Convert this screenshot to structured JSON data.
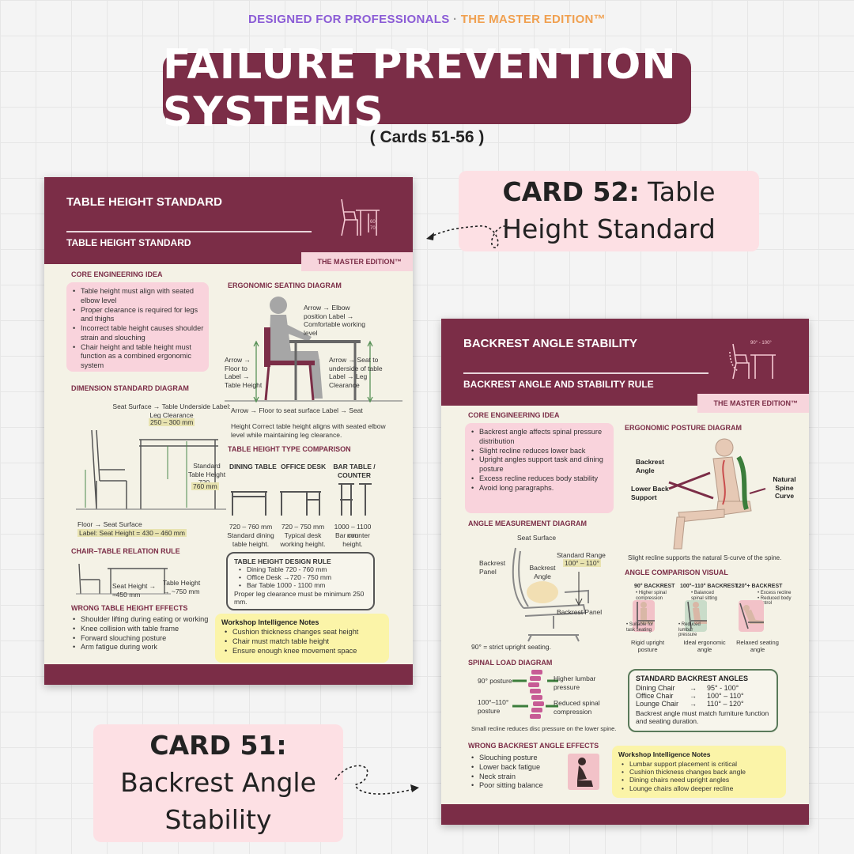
{
  "header": {
    "tag_left": "DESIGNED FOR PROFESSIONALS",
    "tag_sep": "·",
    "tag_right": "THE MASTER EDITION™",
    "title": "FAILURE PREVENTION SYSTEMS",
    "subtitle": "( Cards 51-56 )"
  },
  "callouts": {
    "card52_label": "CARD 52:",
    "card52_text": " Table Height Standard",
    "card51_label": "CARD 51:",
    "card51_text": " Backrest Angle Stability"
  },
  "colors": {
    "brand": "#7b2d47",
    "pink": "#f9d3dc",
    "yellow": "#fbf4a8",
    "purple": "#8b5cd6",
    "orange": "#f0a050"
  },
  "card_left": {
    "title": "TABLE HEIGHT STANDARD",
    "subtitle": "TABLE HEIGHT STANDARD",
    "edition": "THE MASTER EDITION™",
    "icon_label_top": "60",
    "icon_label_bottom": "70",
    "core_heading": "CORE ENGINEERING IDEA",
    "core_items": [
      "Table height must align with seated elbow level",
      "Proper clearance is required for legs and thighs",
      "Incorrect table height causes shoulder strain and slouching",
      "Chair height and table height must function as a combined ergonomic system"
    ],
    "seating_heading": "ERGONOMIC SEATING DIAGRAM",
    "seating_label_elbow": "Arrow → Elbow position Label → Comfortable working level",
    "seating_label_floor": "Arrow → Floor to Label → Table Height",
    "seating_label_seat": "Arrow → Seat to underside of table Label → Leg Clearance",
    "seating_caption_1": "Arrow → Floor to seat surface Label → Seat",
    "seating_caption_2": "Height Correct table height aligns with seated elbow level while maintaining leg clearance.",
    "dimension_heading": "DIMENSION STANDARD DIAGRAM",
    "dim_top_label": "Seat Surface → Table Underside Label: Leg Clearance",
    "dim_top_value": "250 – 300 mm",
    "dim_right_label": "Standard Table Height 720 –",
    "dim_right_value": "760 mm",
    "dim_bottom_label": "Floor → Seat Surface",
    "dim_bottom_value": "Label: Seat Height = 430 – 460 mm",
    "comparison_heading": "TABLE HEIGHT TYPE COMPARISON",
    "comparison": [
      {
        "name": "DINING TABLE",
        "range": "720 – 760 mm",
        "desc": "Standard dining table height."
      },
      {
        "name": "OFFICE DESK",
        "range": "720 – 750 mm",
        "desc": "Typical desk working height."
      },
      {
        "name": "BAR TABLE / COUNTER",
        "range": "1000 – 1100 mm",
        "desc": "Bar counter height."
      }
    ],
    "relation_heading": "CHAIR–TABLE RELATION RULE",
    "relation_seat": "Seat Height → ≈450 mm",
    "relation_table": "Table Height → ~750 mm",
    "design_rule_heading": "TABLE HEIGHT DESIGN RULE",
    "design_rule_items": [
      "Dining Table 720 - 760 mm",
      "Office Desk →720 - 750 mm",
      "Bar Table 1000 - 1100 mm"
    ],
    "design_rule_note": "Proper leg clearance must be minimum 250 mm.",
    "wrong_heading": "WRONG TABLE HEIGHT EFFECTS",
    "wrong_items": [
      "Shoulder lifting during eating or working",
      "Knee collision with table frame",
      "Forward slouching posture",
      "Arm fatigue during work"
    ],
    "notes_heading": "Workshop Intelligence Notes",
    "notes_items": [
      "Cushion thickness changes seat height",
      "Chair must match table height",
      "Ensure enough knee movement space"
    ]
  },
  "card_right": {
    "title": "BACKREST ANGLE STABILITY",
    "subtitle": "BACKREST ANGLE AND STABILITY RULE",
    "edition": "THE MASTER EDITION™",
    "icon_label": "90° - 100°",
    "core_heading": "CORE ENGINEERING IDEA",
    "core_items": [
      "Backrest angle affects spinal pressure distribution",
      "Slight recline reduces lower back",
      "Upright angles support task and dining posture",
      "Excess recline reduces body stability",
      "Avoid long paragraphs."
    ],
    "posture_heading": "ERGONOMIC POSTURE DIAGRAM",
    "posture_backrest": "Backrest Angle",
    "posture_lower_back": "Lower Back Support",
    "posture_spine": "Natural Spine Curve",
    "posture_caption": "Slight recline supports the natural S-curve of the spine.",
    "angle_heading": "ANGLE MEASUREMENT DIAGRAM",
    "angle_seat_surface": "Seat Surface",
    "angle_backrest_panel": "Backrest Panel",
    "angle_backrest_angle": "Backrest Angle",
    "angle_standard": "Standard Range",
    "angle_standard_value": "100° – 110°",
    "angle_backrest_panel_2": "Backrest Panel",
    "angle_caption": "90° = strict upright seating.",
    "comparison_heading": "ANGLE COMPARISON VISUAL",
    "comparison": [
      {
        "name": "90° BACKREST",
        "note_a": "• Higher spinal compression",
        "note_b": "• Suitable for task seating",
        "desc": "Rigid upright posture"
      },
      {
        "name": "100°–110° BACKREST",
        "note_a": "• Balanced spinal sitting posture",
        "note_b": "• Reduced lumbar pressure",
        "desc": "Ideal ergonomic angle"
      },
      {
        "name": "120°+ BACKREST",
        "note_a": "• Excess recline • Reduced body control",
        "note_b": "",
        "desc": "Relaxed seating angle"
      }
    ],
    "spinal_heading": "SPINAL LOAD DIAGRAM",
    "spinal_90": "90° posture",
    "spinal_100": "100°–110° posture",
    "spinal_higher": "Higher lumbar pressure",
    "spinal_reduced": "Reduced spinal compression",
    "spinal_caption": "Small recline reduces disc pressure on the lower spine.",
    "standard_heading": "STANDARD BACKREST ANGLES",
    "standard_rows": [
      {
        "name": "Dining Chair",
        "arrow": "→",
        "value": "95° - 100°"
      },
      {
        "name": "Office Chair",
        "arrow": "→",
        "value": "100° – 110°"
      },
      {
        "name": "Lounge Chair",
        "arrow": "→",
        "value": "110° – 120°"
      }
    ],
    "standard_note": "Backrest angle must match furniture function and seating duration.",
    "wrong_heading": "WRONG BACKREST ANGLE EFFECTS",
    "wrong_items": [
      "Slouching posture",
      "Lower back fatigue",
      "Neck strain",
      "Poor sitting balance"
    ],
    "notes_heading": "Workshop Intelligence Notes",
    "notes_items": [
      "Lumbar support placement is critical",
      "Cushion thickness changes back angle",
      "Dining chairs need upright angles",
      "Lounge chairs allow deeper recline"
    ]
  }
}
